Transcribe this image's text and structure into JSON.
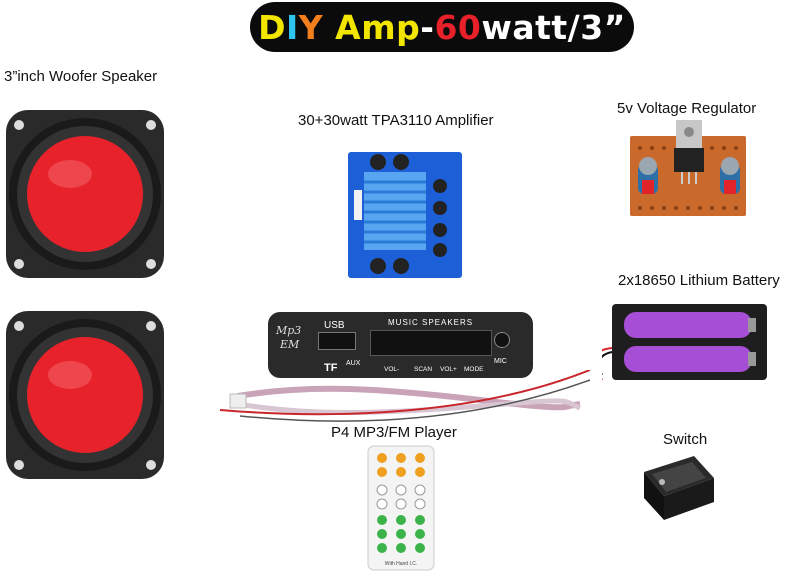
{
  "title": {
    "parts": [
      {
        "text": "D",
        "color": "#f2e600"
      },
      {
        "text": "I",
        "color": "#2ec4f0"
      },
      {
        "text": "Y ",
        "color": "#f27f1b"
      },
      {
        "text": "Amp",
        "color": "#f2e600"
      },
      {
        "text": "-",
        "color": "#ffffff"
      },
      {
        "text": "60",
        "color": "#e8202a"
      },
      {
        "text": "watt/3”",
        "color": "#ffffff"
      }
    ]
  },
  "labels": {
    "speaker": "3”inch Woofer Speaker",
    "amplifier": "30+30watt TPA3110 Amplifier",
    "regulator": "5v Voltage Regulator",
    "battery": "2x18650 Lithium Battery",
    "player": "P4 MP3/FM Player",
    "switch": "Switch"
  },
  "player_board": {
    "usb": "USB",
    "heading": "MUSIC SPEAKERS",
    "mp3": "Mp3",
    "em": "EM",
    "tf": "TF",
    "aux": "AUX",
    "mic": "MIC",
    "buttons": [
      "VOL-",
      "SCAN",
      "VOL+",
      "MODE"
    ]
  },
  "remote": {
    "brand": "With Hand I.C."
  },
  "colors": {
    "speaker_cone": "#e8222a",
    "battery": "#a64fd6",
    "amp_board": "#1d5fd6",
    "regulator_board": "#c9692b",
    "board_dark": "#2a2a2a"
  }
}
